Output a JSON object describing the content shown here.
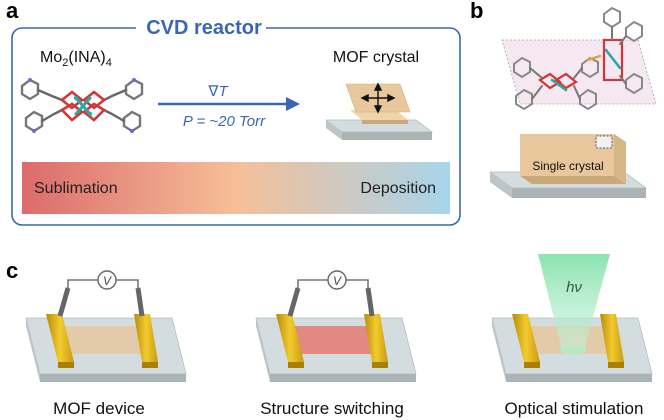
{
  "panels": {
    "a": {
      "letter": "a",
      "reactor_title": "CVD reactor",
      "precursor_label_base": "Mo",
      "precursor_label_sub1": "2",
      "precursor_label_mid": "(INA)",
      "precursor_label_sub2": "4",
      "product_label": "MOF crystal",
      "gradient_symbol": "∇",
      "gradient_var": "T",
      "pressure_text": "P = ~20 Torr",
      "sublimation_label": "Sublimation",
      "deposition_label": "Deposition"
    },
    "b": {
      "letter": "b",
      "crystal_label": "Single crystal"
    },
    "c": {
      "letter": "c",
      "voltmeter_symbol": "V",
      "photon_label": "hν",
      "captions": [
        "MOF device",
        "Structure switching",
        "Optical stimulation"
      ]
    }
  },
  "colors": {
    "reactor_blue": "#3a67b1",
    "gradient_red": "#dc6b6b",
    "gradient_peach": "#f6bf98",
    "gradient_blue": "#a6d4ea",
    "substrate_top": "#ccd6d8",
    "crystal_tan": "#e7c79b",
    "electrode_gold": "#f0c21f",
    "switched_red": "#e28078",
    "light_green": "#7ee0a8"
  }
}
